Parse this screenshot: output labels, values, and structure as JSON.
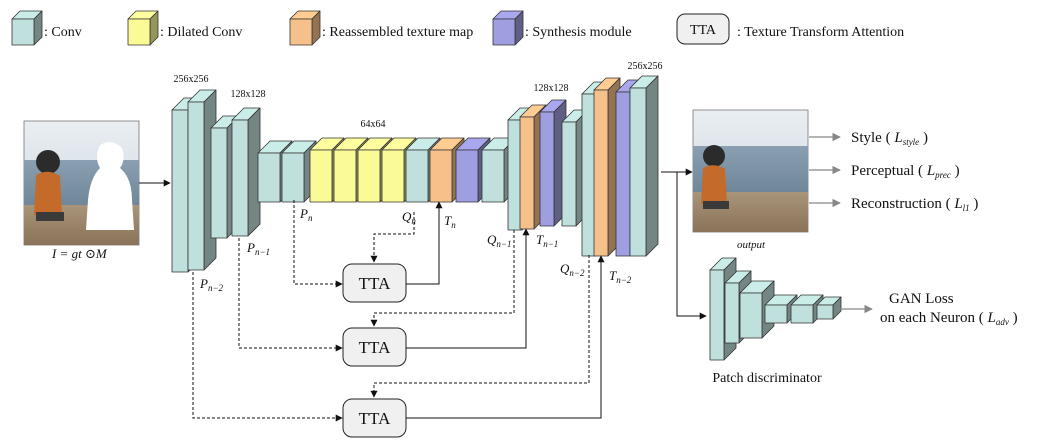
{
  "colors": {
    "conv": "#bfe0dc",
    "dilated": "#fafa96",
    "texture": "#f6c08a",
    "synthesis": "#9f9ee0",
    "line": "#222222",
    "output_arrow": "#888888"
  },
  "legend": {
    "conv": ": Conv",
    "dilated": ": Dilated Conv",
    "texture": ": Reassembled texture map",
    "synthesis": ": Synthesis module",
    "tta_box": "TTA",
    "tta": ": Texture Transform Attention"
  },
  "sizes": {
    "s256a": "256x256",
    "s128a": "128x128",
    "s64": "64x64",
    "s128b": "128x128",
    "s256b": "256x256"
  },
  "input_label": {
    "pre": "I = gt ",
    "odot": "⊙",
    "post": "M"
  },
  "output_label": "output",
  "labels": {
    "P": "P",
    "Q": "Q",
    "T": "T",
    "n": "n",
    "n1": "n−1",
    "n2": "n−2"
  },
  "tta_boxes": [
    "TTA",
    "TTA",
    "TTA"
  ],
  "losses": [
    {
      "name": "Style ( ",
      "sym": "L",
      "sub": "style",
      "close": " )"
    },
    {
      "name": "Perceptual ( ",
      "sym": "L",
      "sub": "prec",
      "close": " )"
    },
    {
      "name": "Reconstruction ( ",
      "sym": "L",
      "sub": "l1",
      "close": " )"
    }
  ],
  "gan": {
    "line1": "GAN Loss",
    "line2": "on each Neuron ( ",
    "sym": "L",
    "sub": "adv",
    "close": " )"
  },
  "discriminator_label": "Patch discriminator"
}
